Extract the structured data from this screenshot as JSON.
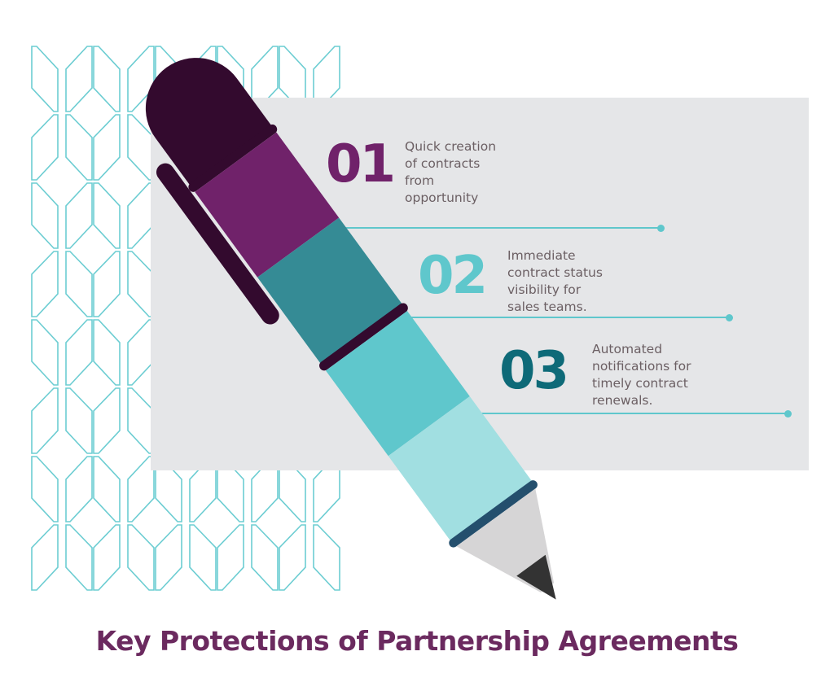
{
  "title": "Key Protections of Partnership Agreements",
  "colors": {
    "title": "#6b2a5f",
    "panel": "#e5e6e8",
    "pattern_stroke": "#6ccdd2",
    "pen_cap": "#330a2e",
    "pen_band_1": "#70226a",
    "pen_band_2": "#358b95",
    "pen_band_3": "#5fc7cc",
    "pen_band_4": "#a1dfe1",
    "pen_ring": "#244f6d",
    "pen_tip": "#d6d5d6",
    "pen_point": "#333333",
    "connector": "#5fc7cc",
    "body_text": "#6b5f63"
  },
  "items": [
    {
      "number": "01",
      "text": "Quick creation\nof contracts\nfrom\nopportunity",
      "number_color": "#70226a"
    },
    {
      "number": "02",
      "text": "Immediate\ncontract status\nvisibility for\nsales teams.",
      "number_color": "#5fc7cc"
    },
    {
      "number": "03",
      "text": "Automated\nnotifications for\ntimely contract\nrenewals.",
      "number_color": "#0e6a78"
    }
  ],
  "decorations": {
    "pattern": "hexagon-outline-grid",
    "illustration": "pen-icon"
  }
}
